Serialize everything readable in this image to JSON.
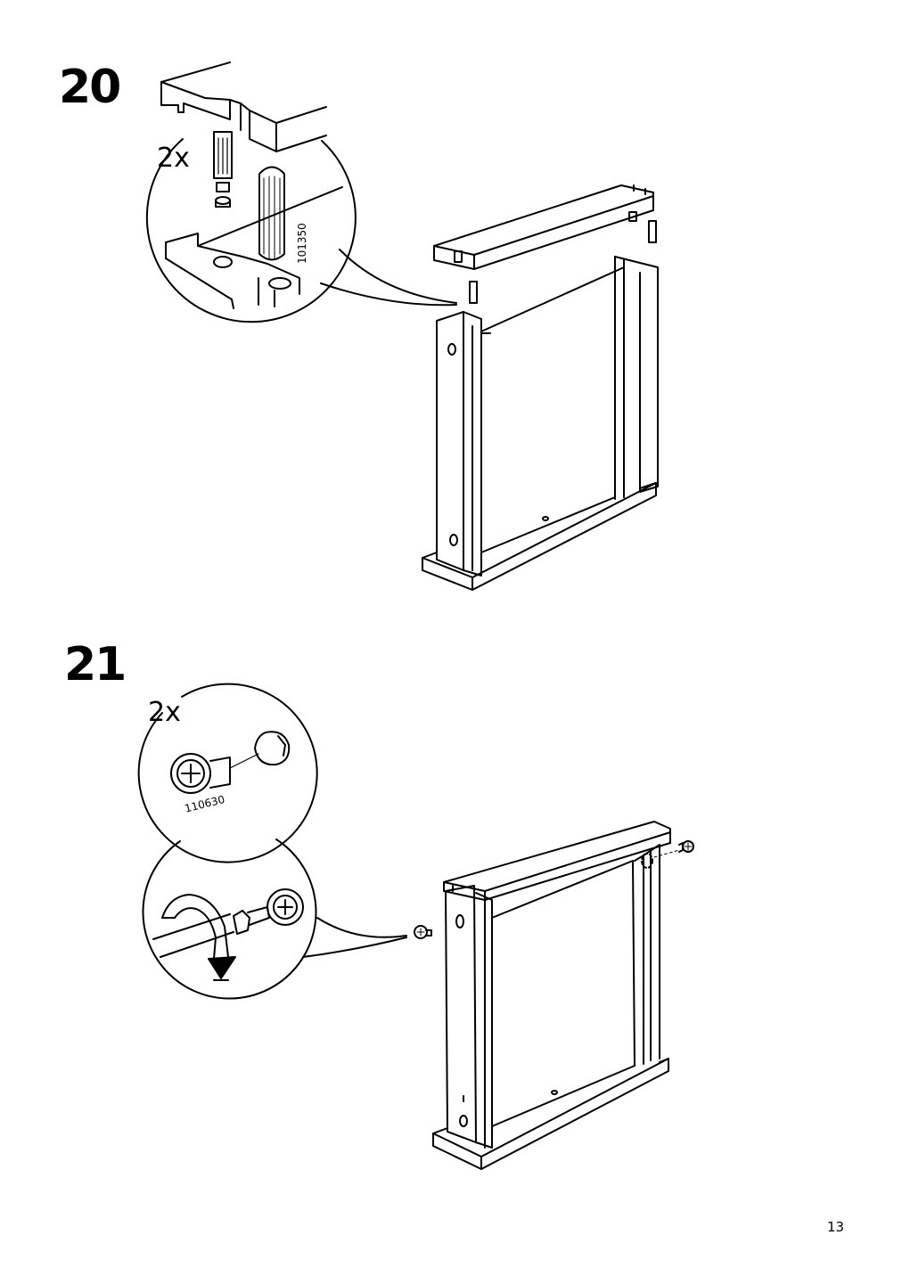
{
  "steps": [
    {
      "number": "20",
      "quantity": "2x",
      "part_number": "101350"
    },
    {
      "number": "21",
      "quantity": "2x",
      "part_number": "110630"
    }
  ],
  "page_number": "13",
  "icons": {
    "step20": [
      "cam-bolt-icon",
      "wooden-dowel-icon",
      "shelf-panel-icon",
      "frame-icon"
    ],
    "step21": [
      "cam-lock-icon",
      "screwdriver-icon",
      "rotate-arrow-icon",
      "frame-icon"
    ]
  }
}
